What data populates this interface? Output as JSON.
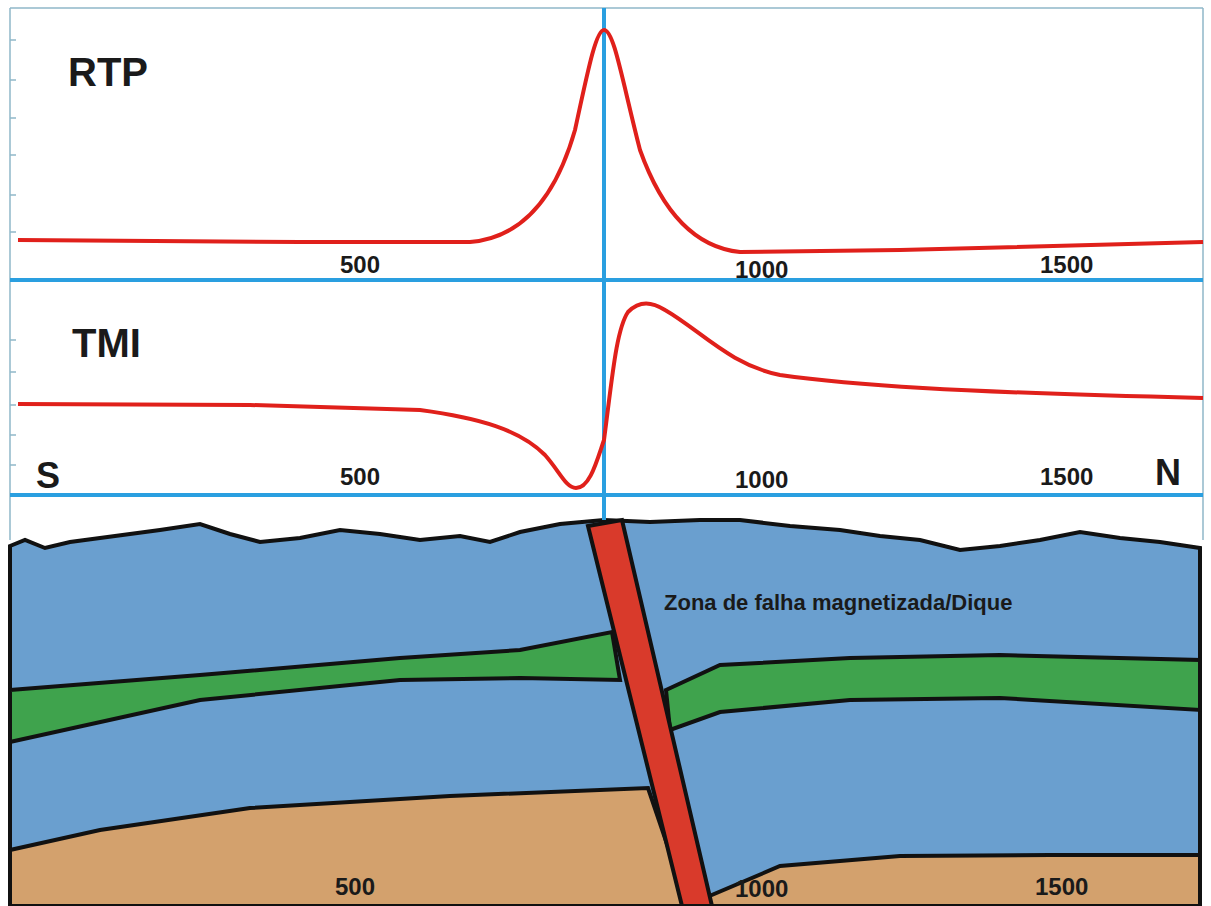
{
  "diagram": {
    "labels": [
      "RTP",
      "500",
      "1000",
      "1500",
      "TMI",
      "S",
      "500",
      "1000",
      "1500",
      "N",
      "Zona de falha magnetizada/Dique",
      "500",
      "1000",
      "1500"
    ]
  }
}
